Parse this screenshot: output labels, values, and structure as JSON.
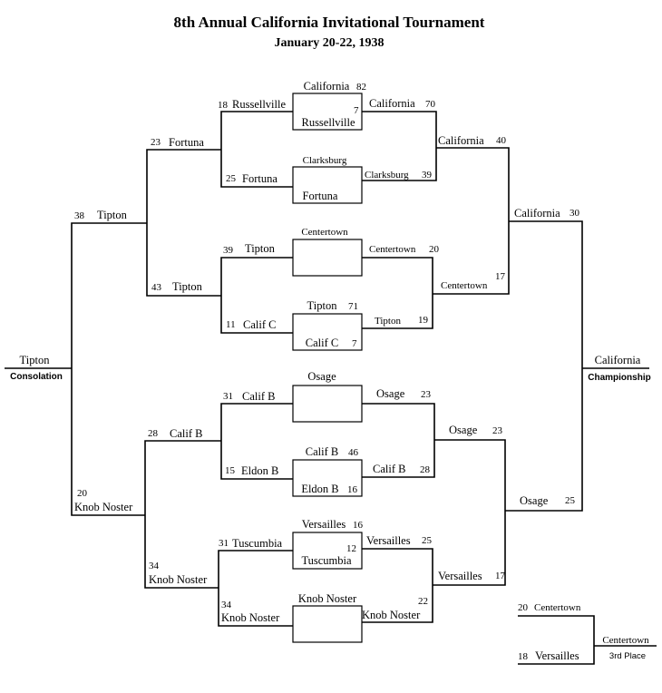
{
  "header": {
    "title": "8th Annual California Invitational Tournament",
    "dates": "January 20-22, 1938"
  },
  "first_round": [
    {
      "label": "California",
      "score": "82"
    },
    {
      "label": "Russellville",
      "score": "7"
    },
    {
      "label": "Clarksburg",
      "score": ""
    },
    {
      "label": "Fortuna",
      "score": ""
    },
    {
      "label": "Centertown",
      "score": ""
    },
    {
      "label": "Tipton",
      "score": "71"
    },
    {
      "label": "Calif C",
      "score": "7"
    },
    {
      "label": "Osage",
      "score": ""
    },
    {
      "label": "Calif B",
      "score": "46"
    },
    {
      "label": "Eldon B",
      "score": "16"
    },
    {
      "label": "Versailles",
      "score": "16"
    },
    {
      "label": "Tuscumbia",
      "score": "12"
    },
    {
      "label": "Knob Noster",
      "score": ""
    }
  ],
  "left_side": [
    {
      "label": "Russellville",
      "score": "18"
    },
    {
      "label": "Fortuna",
      "score": "25"
    },
    {
      "label": "Tipton",
      "score": "39"
    },
    {
      "label": "Calif C",
      "score": "11"
    },
    {
      "label": "Calif B",
      "score": "31"
    },
    {
      "label": "Eldon B",
      "score": "15"
    },
    {
      "label": "Tuscumbia",
      "score": "31"
    },
    {
      "label": "Knob Noster",
      "score": "34"
    },
    {
      "label": "Fortuna",
      "score": "23"
    },
    {
      "label": "Tipton",
      "score": "43"
    },
    {
      "label": "Calif B",
      "score": "28"
    },
    {
      "label": "Knob Noster",
      "score": "34"
    },
    {
      "label": "Tipton",
      "score": "38"
    },
    {
      "label": "Knob Noster",
      "score": "20"
    }
  ],
  "consolation": {
    "winner": "Tipton",
    "label": "Consolation"
  },
  "right_side": [
    {
      "label": "California",
      "score": "70"
    },
    {
      "label": "Clarksburg",
      "score": "39"
    },
    {
      "label": "Centertown",
      "score": "20"
    },
    {
      "label": "Tipton",
      "score": "19"
    },
    {
      "label": "Osage",
      "score": "23"
    },
    {
      "label": "Calif B",
      "score": "28"
    },
    {
      "label": "Versailles",
      "score": "25"
    },
    {
      "label": "Knob Noster",
      "score": "22"
    },
    {
      "label": "California",
      "score": "40"
    },
    {
      "label": "Centertown",
      "score": "17"
    },
    {
      "label": "Osage",
      "score": "23"
    },
    {
      "label": "Versailles",
      "score": "17"
    },
    {
      "label": "California",
      "score": "30"
    },
    {
      "label": "Osage",
      "score": "25"
    }
  ],
  "championship": {
    "winner": "California",
    "label": "Championship"
  },
  "third_place": {
    "team_a": {
      "label": "Centertown",
      "score": "20"
    },
    "team_b": {
      "label": "Versailles",
      "score": "18"
    },
    "winner": "Centertown",
    "label": "3rd Place"
  }
}
